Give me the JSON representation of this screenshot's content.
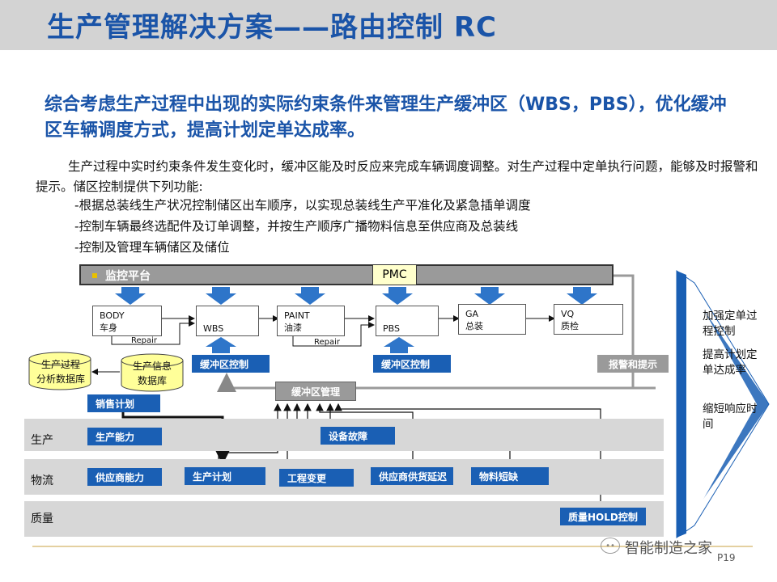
{
  "title": "生产管理解决方案——路由控制 RC",
  "subtitle": "综合考虑生产过程中出现的实际约束条件来管理生产缓冲区（WBS，PBS），优化缓冲区车辆调度方式，提高计划定单达成率。",
  "paragraph": "生产过程中实时约束条件发生变化时，缓冲区能及时反应来完成车辆调度调整。对生产过程中定单执行问题，能够及时报警和提示。储区控制提供下列功能:",
  "bullets": [
    "-根据总装线生产状况控制储区出车顺序，以实现总装线生产平准化及紧急插单调度",
    "-控制车辆最终选配件及订单调整，并按生产顺序广播物料信息至供应商及总装线",
    "-控制及管理车辆储区及储位"
  ],
  "diagram": {
    "monitor_label": "监控平台",
    "pmc_label": "PMC",
    "stages": [
      {
        "code": "BODY",
        "name": "车身"
      },
      {
        "code": "WBS",
        "name": ""
      },
      {
        "code": "PAINT",
        "name": "油漆"
      },
      {
        "code": "PBS",
        "name": ""
      },
      {
        "code": "GA",
        "name": "总装"
      },
      {
        "code": "VQ",
        "name": "质检"
      }
    ],
    "repair_label": "Repair",
    "buffer_control_label": "缓冲区控制",
    "alarm_label": "报警和提示",
    "buffer_mgmt_label": "缓冲区管理",
    "db_production": "生产过程分析数据库",
    "db_production_lines": [
      "生产过程",
      "分析数据库"
    ],
    "db_info_lines": [
      "生产信息",
      "数据库"
    ],
    "sales_plan": "销售计划",
    "bands": [
      "生产",
      "物流",
      "质量"
    ],
    "production_capacity": "生产能力",
    "equipment_fault": "设备故障",
    "supplier_capacity": "供应商能力",
    "production_plan": "生产计划",
    "engineering_change": "工程变更",
    "supplier_delay": "供应商供货延迟",
    "material_shortage": "物料短缺",
    "quality_hold": "质量HOLD控制",
    "benefits": [
      "加强定单过程控制",
      "提高计划定单达成率",
      "缩短响应时间"
    ]
  },
  "footer": {
    "watermark": "智能制造之家",
    "page": "P19"
  },
  "colors": {
    "brand_blue": "#1a54a8",
    "box_blue": "#1a5fb4",
    "arrow_blue": "#2e75c9",
    "band_gray": "#d7d7d7"
  }
}
